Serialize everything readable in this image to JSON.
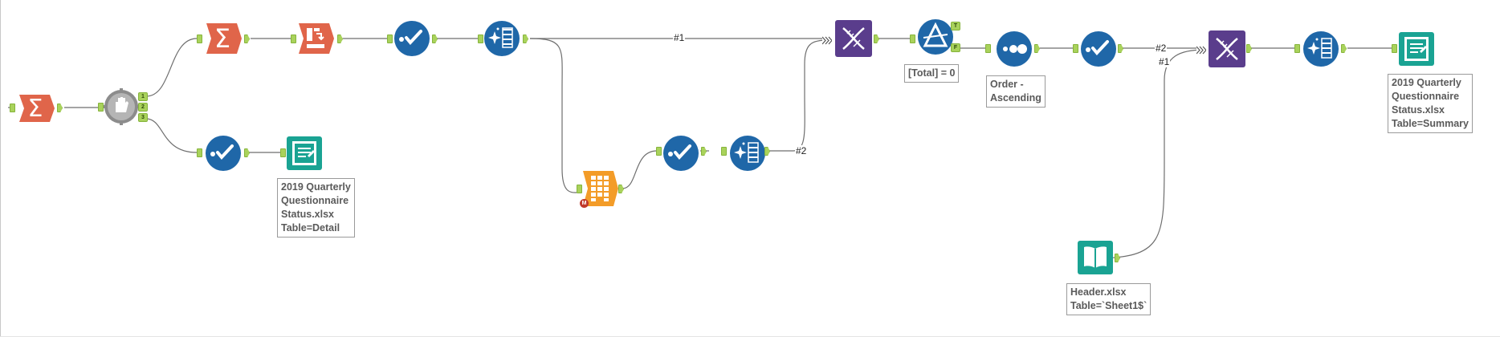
{
  "canvas": {
    "background": "#ffffff"
  },
  "colors": {
    "summarize": "#e0654a",
    "filter": "#1f67a8",
    "output": "#1aa393",
    "input": "#1aa393",
    "join": "#5a3d8c",
    "multirow": "#f39c28",
    "wire": "#6e6e6e",
    "anchor": "#a9d25b"
  },
  "tools": [
    {
      "id": "summarize-1",
      "icon": "sigma-icon"
    },
    {
      "id": "control-param-1",
      "icon": "hand-gear-icon"
    },
    {
      "id": "summarize-2",
      "icon": "sigma-icon"
    },
    {
      "id": "crosstab-1",
      "icon": "crosstab-icon"
    },
    {
      "id": "filter-1",
      "icon": "check-icon"
    },
    {
      "id": "formula-1",
      "icon": "formula-icon"
    },
    {
      "id": "join-1",
      "icon": "join-icon"
    },
    {
      "id": "test-1",
      "icon": "test-icon"
    },
    {
      "id": "sort-1",
      "icon": "sort-icon"
    },
    {
      "id": "filter-2",
      "icon": "check-icon"
    },
    {
      "id": "join-2",
      "icon": "join-icon"
    },
    {
      "id": "formula-2",
      "icon": "formula-icon"
    },
    {
      "id": "output-summary",
      "icon": "output-book-icon"
    },
    {
      "id": "filter-3",
      "icon": "check-icon"
    },
    {
      "id": "output-detail",
      "icon": "output-book-icon"
    },
    {
      "id": "multirow-1",
      "icon": "multirow-icon"
    },
    {
      "id": "filter-4",
      "icon": "check-icon"
    },
    {
      "id": "formula-3",
      "icon": "formula-icon"
    },
    {
      "id": "input-header",
      "icon": "input-book-icon"
    }
  ],
  "ports": {
    "p1": "1",
    "p2": "2",
    "p3": "3",
    "true": "T",
    "false": "F",
    "multirow_badge": "M"
  },
  "wire_labels": {
    "w1": "#1",
    "w2": "#2",
    "w3": "#2",
    "w4": "#1"
  },
  "annotations": {
    "test": "[Total] = 0",
    "sort": [
      "Order -",
      "Ascending"
    ],
    "output_summary": [
      "2019 Quarterly",
      "Questionnaire",
      "Status.xlsx",
      "Table=Summary"
    ],
    "output_detail": [
      "2019 Quarterly",
      "Questionnaire",
      "Status.xlsx",
      "Table=Detail"
    ],
    "input_header": [
      "Header.xlsx",
      "Table=`Sheet1$`"
    ]
  }
}
